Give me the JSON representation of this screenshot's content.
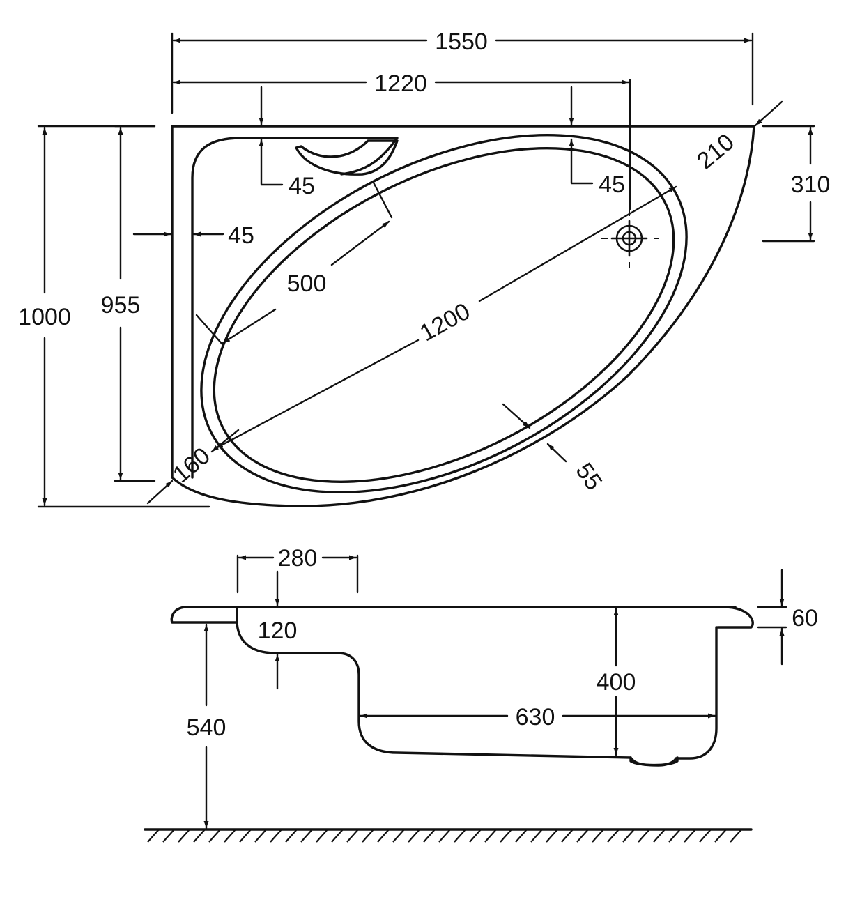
{
  "top_view": {
    "overall_length": "1550",
    "inner_length": "1220",
    "overall_width": "1000",
    "inner_width": "955",
    "rim_top_left": "45",
    "rim_top_right": "45",
    "rim_left": "45",
    "backrest_width": "500",
    "basin_length": "1200",
    "corner_left": "160",
    "corner_right": "210",
    "drain_offset": "310",
    "rim_front": "55"
  },
  "side_view": {
    "seat_length": "280",
    "seat_depth": "120",
    "rim_thickness": "60",
    "basin_depth": "400",
    "bottom_length": "630",
    "height_from_floor": "540"
  }
}
